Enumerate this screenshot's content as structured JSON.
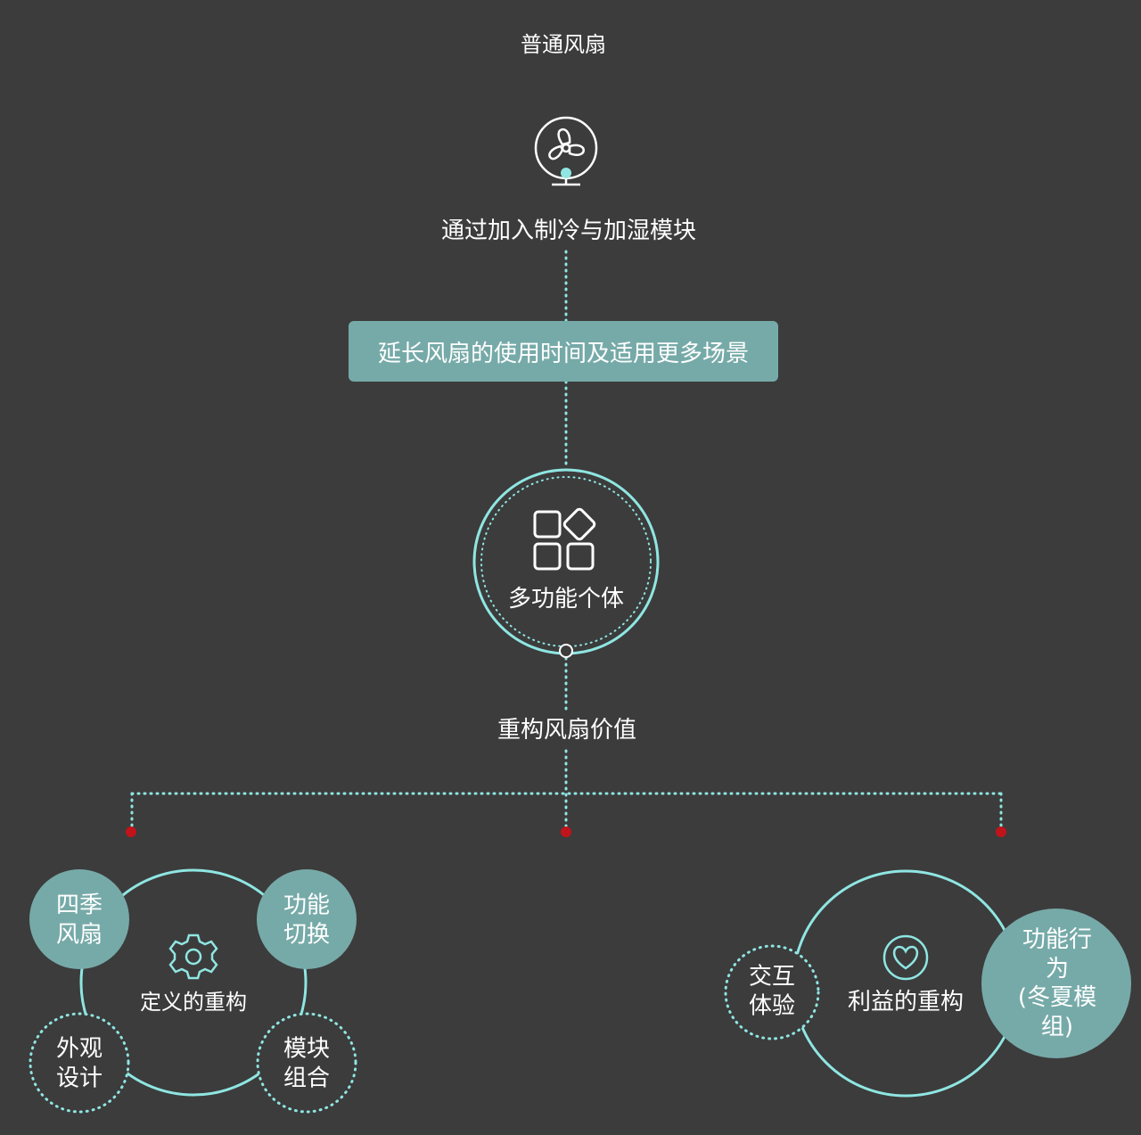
{
  "diagram": {
    "title": "普通风扇",
    "step1": "通过加入制冷与加湿模块",
    "banner": "延长风扇的使用时间及适用更多场景",
    "hub_label": "多功能个体",
    "step3": "重构风扇价值",
    "left_group": {
      "center_label": "定义的重构",
      "top_left": [
        "四季",
        "风扇"
      ],
      "top_right": [
        "功能",
        "切换"
      ],
      "bottom_left": [
        "外观",
        "设计"
      ],
      "bottom_right": [
        "模块",
        "组合"
      ]
    },
    "right_group": {
      "center_label": "利益的重构",
      "left": [
        "交互",
        "体验"
      ],
      "right": [
        "功能行为",
        "(冬夏模组)"
      ]
    },
    "icons": {
      "fan": "fan-icon",
      "hub": "grid-modules-icon",
      "left_center": "gear-icon",
      "right_center": "heart-icon"
    }
  },
  "colors": {
    "background": "#3c3c3c",
    "teal_fill": "#76aaa8",
    "cyan_line": "#8fe6e2",
    "dot_red": "#c0141a",
    "text": "#ffffff"
  }
}
